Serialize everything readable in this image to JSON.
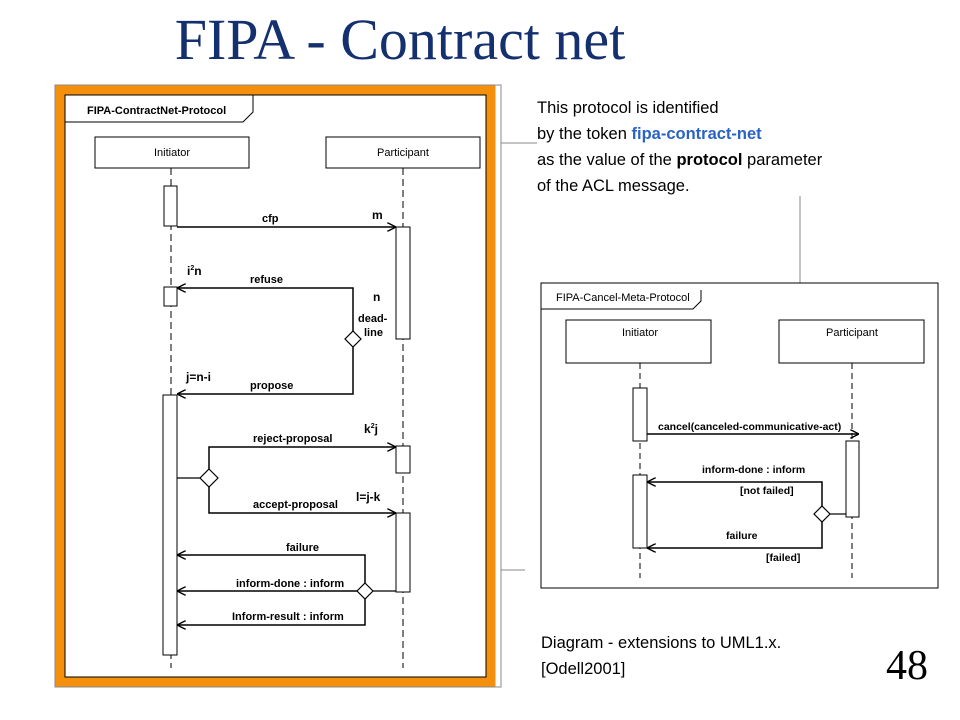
{
  "slide": {
    "title": "FIPA - Contract net",
    "page_number": "48"
  },
  "note": {
    "line1": "This protocol is identified",
    "line2_prefix": "by the token ",
    "token": "fipa-contract-net",
    "line3_prefix": "as the value of the ",
    "keyword": "protocol",
    "line3_suffix": " parameter",
    "line4": "of the ACL message."
  },
  "caption": {
    "line1": "Diagram - extensions to UML1.x.",
    "line2": "[Odell2001]"
  },
  "colors": {
    "title": "#14306e",
    "token": "#2b63c4",
    "frame": "#f5900c"
  },
  "contract_net": {
    "frame_label": "FIPA-ContractNet-Protocol",
    "initiator": "Initiator",
    "participant": "Participant",
    "messages": {
      "cfp": "cfp",
      "refuse": "refuse",
      "propose": "propose",
      "reject": "reject-proposal",
      "accept": "accept-proposal",
      "failure": "failure",
      "inform_done": "inform-done : inform",
      "inform_result": "Inform-result : inform"
    },
    "annotations": {
      "m": "m",
      "i2n": "i",
      "i2n_exp": "2",
      "i2n_rest": "n",
      "n": "n",
      "deadline1": "dead-",
      "deadline2": "line",
      "jni": "j=n-i",
      "k2j": "k",
      "k2j_exp": "2",
      "k2j_rest": "j",
      "ljk": "l=j-k"
    }
  },
  "cancel_meta": {
    "frame_label": "FIPA-Cancel-Meta-Protocol",
    "initiator": "Initiator",
    "participant": "Participant",
    "messages": {
      "cancel": "cancel(canceled-communicative-act)",
      "inform_done": "inform-done : inform",
      "not_failed": "[not failed]",
      "failure": "failure",
      "failed": "[failed]"
    }
  }
}
